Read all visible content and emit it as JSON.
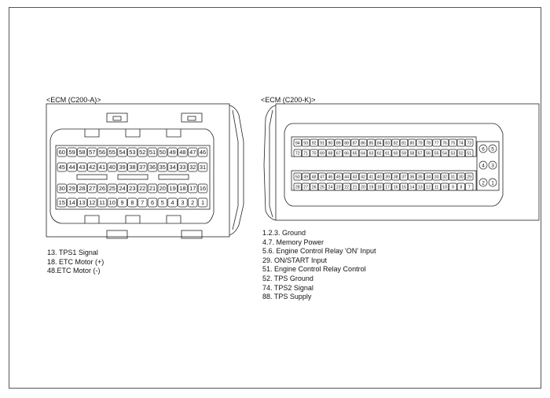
{
  "connectors": [
    {
      "title": "<ECM (C200-A)>",
      "rows": [
        [
          "60",
          "59",
          "58",
          "57",
          "56",
          "55",
          "54",
          "53",
          "52",
          "51",
          "50",
          "49",
          "48",
          "47",
          "46"
        ],
        [
          "45",
          "44",
          "43",
          "42",
          "41",
          "40",
          "39",
          "38",
          "37",
          "36",
          "35",
          "34",
          "33",
          "32",
          "31"
        ],
        [
          "30",
          "29",
          "28",
          "27",
          "26",
          "25",
          "24",
          "23",
          "22",
          "21",
          "20",
          "19",
          "18",
          "17",
          "16"
        ],
        [
          "15",
          "14",
          "13",
          "12",
          "11",
          "10",
          "9",
          "8",
          "7",
          "6",
          "5",
          "4",
          "3",
          "2",
          "1"
        ]
      ],
      "notes": [
        "13. TPS1 Signal",
        "18. ETC Motor (+)",
        "48.ETC Motor (-)"
      ]
    },
    {
      "title": "<ECM (C200-K)>",
      "rows": [
        [
          "94",
          "93",
          "92",
          "91",
          "90",
          "89",
          "88",
          "87",
          "86",
          "85",
          "84",
          "83",
          "82",
          "81",
          "80",
          "79",
          "78",
          "77",
          "76",
          "75",
          "74",
          "73"
        ],
        [
          "72",
          "71",
          "70",
          "69",
          "68",
          "67",
          "66",
          "65",
          "64",
          "63",
          "62",
          "61",
          "60",
          "59",
          "58",
          "57",
          "56",
          "55",
          "54",
          "53",
          "52",
          "51"
        ],
        [
          "50",
          "49",
          "48",
          "47",
          "46",
          "45",
          "44",
          "43",
          "42",
          "41",
          "40",
          "39",
          "38",
          "37",
          "36",
          "35",
          "34",
          "33",
          "32",
          "31",
          "30",
          "29"
        ],
        [
          "28",
          "27",
          "26",
          "25",
          "24",
          "23",
          "22",
          "21",
          "20",
          "19",
          "18",
          "17",
          "16",
          "15",
          "14",
          "13",
          "12",
          "11",
          "10",
          "9",
          "8",
          "7"
        ]
      ],
      "side_pins": [
        [
          "6",
          "5"
        ],
        [
          "4",
          "3"
        ],
        [
          "2",
          "1"
        ]
      ],
      "notes": [
        "1.2.3. Ground",
        "4.7. Memory Power",
        "5.6. Engine Control Relay 'ON' Input",
        "29. ON/START Input",
        "51. Engine Control Relay Control",
        "52. TPS Ground",
        "74. TPS2 Signal",
        "88. TPS Supply"
      ]
    }
  ]
}
